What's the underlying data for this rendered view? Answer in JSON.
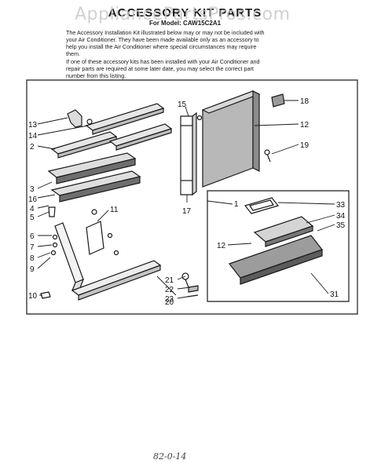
{
  "watermark": "AppliancePartsPros.com",
  "title": "ACCESSORY KIT PARTS",
  "subtitle": "For Model: CAW15C2A1",
  "paragraph1": [
    "The Accessory Installation Kit illustrated below may or may not be included with",
    "your Air Conditioner. They have been made available only as an accessory to",
    "help you install the Air Conditioner where special circumstances may require",
    "them."
  ],
  "paragraph2": [
    "If one of these accessory kits has been installed with your Air Conditioner and",
    "repair parts are required at some later date, you may select the correct part",
    "number from this listing."
  ],
  "callouts": [
    "1",
    "2",
    "3",
    "4",
    "5",
    "6",
    "7",
    "8",
    "9",
    "10",
    "11",
    "12",
    "12",
    "13",
    "14",
    "15",
    "16",
    "17",
    "18",
    "19",
    "20",
    "21",
    "22",
    "23",
    "31",
    "33",
    "34",
    "35"
  ],
  "handwriting": "82-0-14"
}
